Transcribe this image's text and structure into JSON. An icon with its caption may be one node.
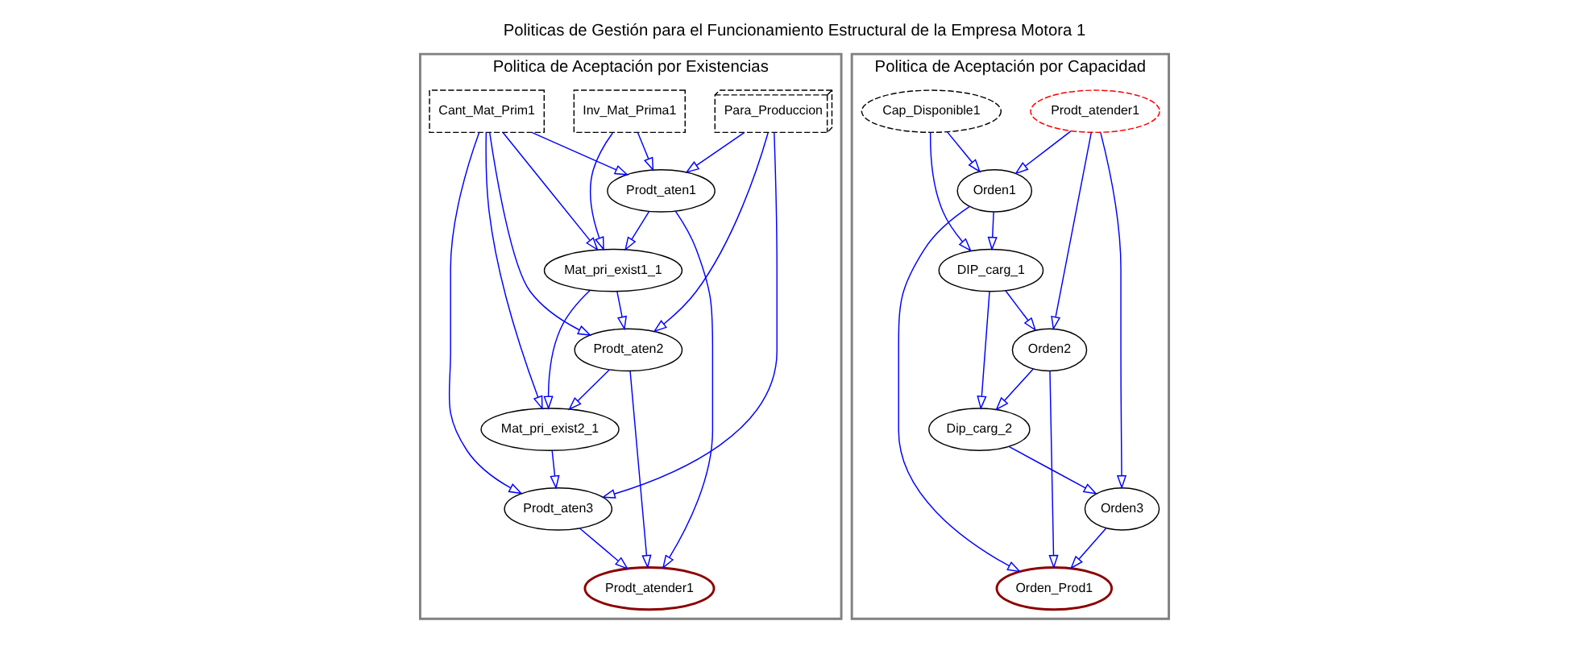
{
  "diagram": {
    "title": "Politicas de Gestión para el Funcionamiento Estructural de la Empresa Motora 1",
    "nodes": [
      {
        "text": [
          "Politica de Aceptación por Existencias"
        ]
      },
      {
        "text": [
          "Cant_Mat_Prim1"
        ],
        "in": 0
      },
      {
        "text": [
          "Inv_Mat_Prima1"
        ],
        "in": 0
      },
      {
        "text": [
          "Prodt_aten1"
        ],
        "in": 0
      },
      {
        "text": [
          "Para_Produccion"
        ],
        "in": 0
      },
      {
        "text": [
          "Prodt_aten2"
        ],
        "in": 0
      },
      {
        "text": [
          "Mat_pri_exist1_1"
        ],
        "in": 0
      },
      {
        "text": [
          "Prodt_atender1"
        ],
        "in": 0
      },
      {
        "text": [
          "Mat_pri_exist2_1"
        ],
        "in": 0
      },
      {
        "text": [
          "Prodt_aten3"
        ],
        "in": 0
      },
      {
        "text": [
          "Politica de Aceptación por Capacidad"
        ]
      },
      {
        "text": [
          "Orden1"
        ],
        "in": 10
      },
      {
        "text": [
          "Cap_Disponible1"
        ],
        "in": 10
      },
      {
        "text": [
          "Orden2"
        ],
        "in": 10
      },
      {
        "text": [
          "DIP_carg_1"
        ],
        "in": 10
      },
      {
        "text": [
          "Orden_Prod1"
        ],
        "in": 10
      },
      {
        "text": [
          "Prodt_atender1"
        ],
        "in": 10
      },
      {
        "text": [
          "Dip_carg_2"
        ],
        "in": 10
      },
      {
        "text": [
          "Orden3"
        ],
        "in": 10
      }
    ],
    "edges": [
      {
        "from": 1,
        "to": 3,
        "arrow": "to"
      },
      {
        "from": 2,
        "to": 3,
        "arrow": "to"
      },
      {
        "from": 4,
        "to": 3,
        "arrow": "to"
      },
      {
        "from": 3,
        "to": 7,
        "arrow": "to"
      },
      {
        "from": 2,
        "to": 6,
        "arrow": "to"
      },
      {
        "from": 3,
        "to": 6,
        "arrow": "to"
      },
      {
        "from": 1,
        "to": 6,
        "arrow": "to"
      },
      {
        "from": 1,
        "to": 8,
        "arrow": "to"
      },
      {
        "from": 1,
        "to": 5,
        "arrow": "to"
      },
      {
        "from": 1,
        "to": 9,
        "arrow": "to"
      },
      {
        "from": 4,
        "to": 5,
        "arrow": "to"
      },
      {
        "from": 4,
        "to": 9,
        "arrow": "to"
      },
      {
        "from": 6,
        "to": 8,
        "arrow": "to"
      },
      {
        "from": 5,
        "to": 8,
        "arrow": "to"
      },
      {
        "from": 6,
        "to": 5,
        "arrow": "to"
      },
      {
        "from": 5,
        "to": 7,
        "arrow": "to"
      },
      {
        "from": 9,
        "to": 7,
        "arrow": "to"
      },
      {
        "from": 8,
        "to": 9,
        "arrow": "to"
      },
      {
        "from": 12,
        "to": 11,
        "arrow": "to"
      },
      {
        "from": 12,
        "to": 14,
        "arrow": "to"
      },
      {
        "from": 11,
        "to": 14,
        "arrow": "to"
      },
      {
        "from": 11,
        "to": 15,
        "arrow": "to"
      },
      {
        "from": 13,
        "to": 15,
        "arrow": "to"
      },
      {
        "from": 18,
        "to": 15,
        "arrow": "to"
      },
      {
        "from": 16,
        "to": 11,
        "arrow": "to"
      },
      {
        "from": 16,
        "to": 13,
        "arrow": "to"
      },
      {
        "from": 16,
        "to": 18,
        "arrow": "to"
      },
      {
        "from": 14,
        "to": 13,
        "arrow": "to"
      },
      {
        "from": 14,
        "to": 17,
        "arrow": "to"
      },
      {
        "from": 13,
        "to": 17,
        "arrow": "to"
      },
      {
        "from": 17,
        "to": 18,
        "arrow": "to"
      }
    ]
  }
}
